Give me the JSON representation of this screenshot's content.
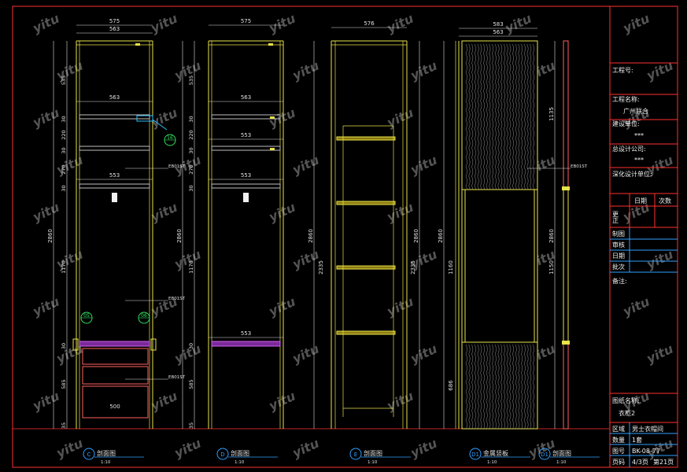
{
  "drawing": {
    "views": [
      {
        "id": "C",
        "caption": "剖面图",
        "scale": "1:10",
        "widths": [
          "575",
          "563",
          "563",
          "553"
        ]
      },
      {
        "id": "D",
        "caption": "剖面图",
        "scale": "1:10",
        "widths": [
          "575",
          "563",
          "553",
          "553",
          "553"
        ]
      },
      {
        "id": "E",
        "caption": "剖面图",
        "scale": "1:10",
        "widths": [
          "576"
        ]
      },
      {
        "id": "D1",
        "caption": "金属竖板",
        "scale": "1:10",
        "widths": [
          "583",
          "563"
        ]
      },
      {
        "id": "D1",
        "caption": "剖面图",
        "scale": "1:10",
        "widths": []
      }
    ],
    "dims": {
      "heights_c": [
        "535",
        "30",
        "220",
        "30",
        "270",
        "30",
        "1170",
        "30",
        "585",
        "35"
      ],
      "total_height": "2860",
      "sub_heights": [
        "2335",
        "1160",
        "1150",
        "686",
        "1135"
      ],
      "drawer_width": "500"
    },
    "callouts": [
      "16",
      "05",
      "06"
    ],
    "material_codes": [
      "EB01ST",
      "EB01ST",
      "EB01ST",
      "EB01ST"
    ],
    "watermark": "yitu"
  },
  "title_block": {
    "labels": [
      "工程号:",
      "工程名称:",
      "建设单位:",
      "总设计公司:",
      "深化设计单位:"
    ],
    "project_value": "广州联合",
    "stars": [
      "***",
      "***"
    ],
    "rev_col1": "更正",
    "rev_col2": "日期",
    "rev_col3": "次数",
    "sign_rows": [
      "制图",
      "审核",
      "日期",
      "批次"
    ],
    "remarks": "备注:",
    "drawing_name_label": "图纸名称:",
    "drawing_name_value": "衣柜2",
    "rows": [
      {
        "label": "区域",
        "value": "男士衣帽间"
      },
      {
        "label": "数量",
        "value": "1套"
      },
      {
        "label": "图号",
        "value": "BK-08-77"
      },
      {
        "label": "页码",
        "value": "4/3页"
      }
    ],
    "page_total": "第21页"
  }
}
